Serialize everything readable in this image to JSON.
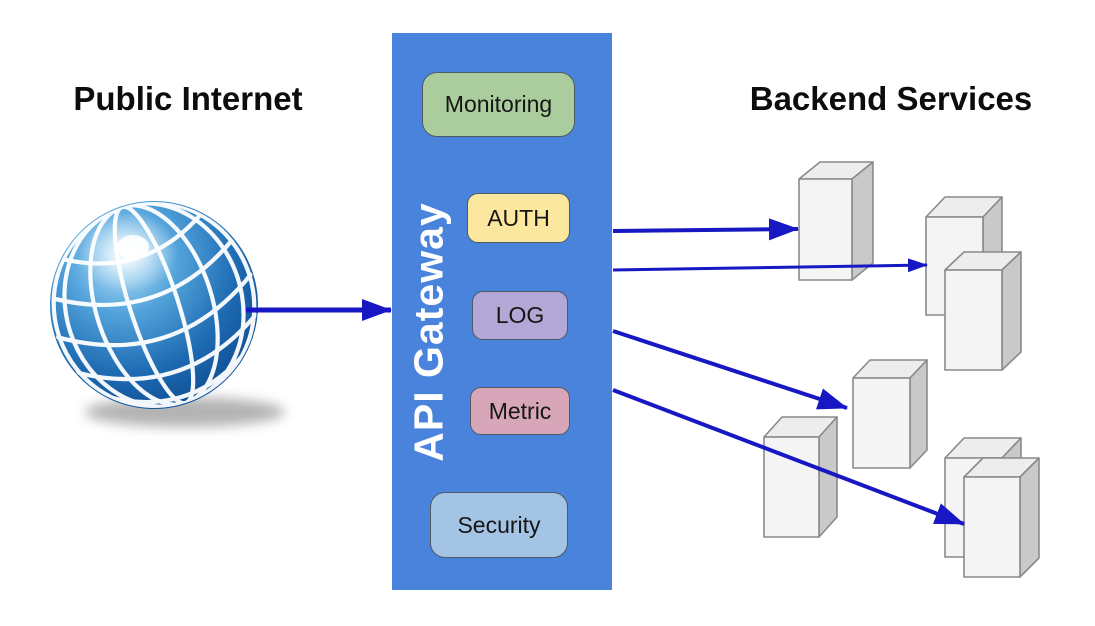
{
  "titles": {
    "left": "Public Internet",
    "right": "Backend Services"
  },
  "gateway": {
    "label": "API Gateway",
    "fill": "#4a83db",
    "label_color": "#ffffff",
    "services": [
      {
        "label": "Monitoring",
        "fill": "#abcd9d"
      },
      {
        "label": "AUTH",
        "fill": "#fce79e"
      },
      {
        "label": "LOG",
        "fill": "#b2a7d5"
      },
      {
        "label": "Metric",
        "fill": "#d8a6b9"
      },
      {
        "label": "Security",
        "fill": "#a3c4e5"
      }
    ]
  },
  "flow": {
    "arrow_color": "#1717c3",
    "arrows": [
      "internet-to-gateway",
      "gateway-to-server-cluster-1",
      "gateway-to-server-cluster-2",
      "gateway-to-server-cluster-3",
      "gateway-to-server-cluster-4"
    ]
  },
  "servers": {
    "count": 7,
    "front_fill": "#f4f4f4",
    "top_fill": "#ededed",
    "side_fill": "#c9c9c9",
    "stroke": "#8a8a8a"
  },
  "icons": {
    "globe": "globe-icon",
    "server": "server-box-icon",
    "arrow": "flow-arrow-icon"
  }
}
